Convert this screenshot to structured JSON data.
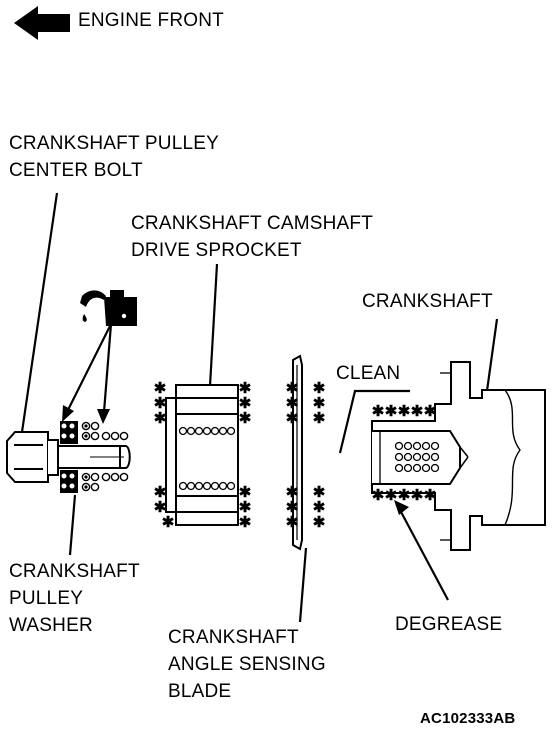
{
  "header": {
    "direction_label": "ENGINE FRONT"
  },
  "labels": {
    "pulley_center_bolt": [
      "CRANKSHAFT PULLEY",
      "CENTER BOLT"
    ],
    "camshaft_drive_sprocket": [
      "CRANKSHAFT CAMSHAFT",
      "DRIVE SPROCKET"
    ],
    "crankshaft": "CRANKSHAFT",
    "clean": "CLEAN",
    "pulley_washer": [
      "CRANKSHAFT",
      "PULLEY",
      "WASHER"
    ],
    "angle_sensing_blade": [
      "CRANKSHAFT",
      "ANGLE SENSING",
      "BLADE"
    ],
    "degrease": "DEGREASE"
  },
  "figure_code": "AC102333AB",
  "icons": {
    "direction_arrow": "left-arrow-icon",
    "oil_can": "oil-can-icon",
    "degrease_symbol": "asterisk-glyph",
    "oil_symbol": "circle-glyph"
  }
}
